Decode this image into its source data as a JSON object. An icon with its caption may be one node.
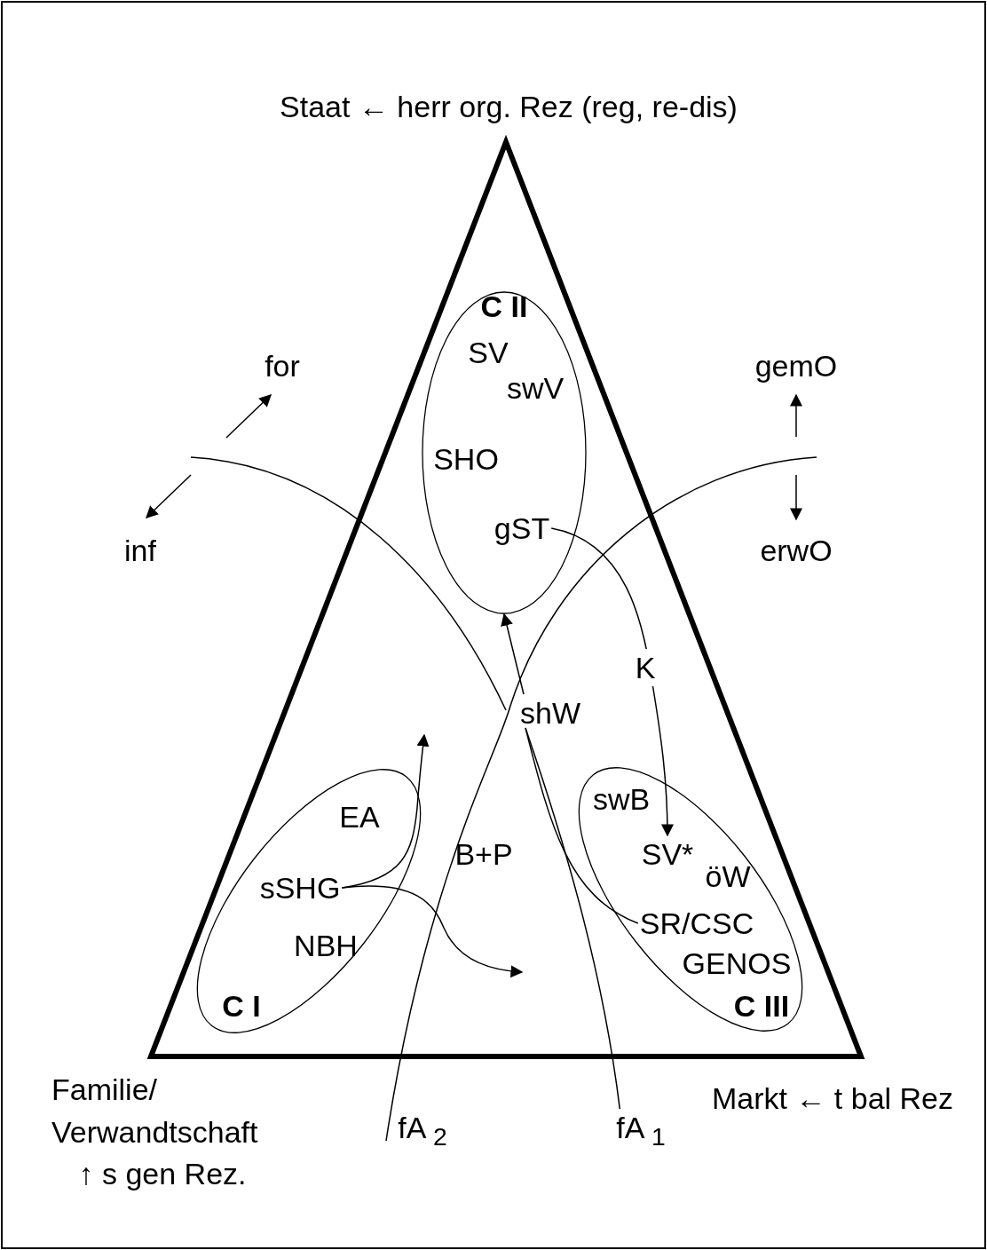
{
  "diagram": {
    "nodes": [
      {
        "text": [],
        "shape": "triangle"
      },
      {
        "text": [
          "C II"
        ],
        "in": 0
      },
      {
        "text": [
          "SV"
        ],
        "in": 1
      },
      {
        "text": [
          "swV"
        ],
        "in": 1
      },
      {
        "text": [
          "SHO"
        ],
        "in": 1
      },
      {
        "text": [
          "gST"
        ],
        "in": 1
      },
      {
        "text": [
          "shW"
        ],
        "in": 0
      },
      {
        "text": [
          "C I"
        ],
        "in": 0
      },
      {
        "text": [
          "EA"
        ],
        "in": 7
      },
      {
        "text": [
          "sSHG"
        ],
        "in": 7
      },
      {
        "text": [
          "NBH"
        ],
        "in": 7
      },
      {
        "text": [
          "C III"
        ],
        "in": 0
      },
      {
        "text": [
          "swB"
        ],
        "in": 11
      },
      {
        "text": [
          "SV*"
        ],
        "in": 11
      },
      {
        "text": [
          "öW"
        ],
        "in": 11
      },
      {
        "text": [
          "SR/CSC"
        ],
        "in": 11
      },
      {
        "text": [
          "GENOS"
        ],
        "in": 11
      },
      {
        "text": [
          "fA $_{1}$"
        ]
      }
    ],
    "edges": [
      {
        "from": 5,
        "to": 13,
        "arrow": "to",
        "label": "K"
      },
      {
        "from": 6,
        "to": 1,
        "arrow": "to"
      },
      {
        "from": 9,
        "to": null,
        "arrow": "to"
      },
      {
        "from": 9,
        "to": null,
        "arrow": "to"
      },
      {
        "from": 6,
        "to": 15,
        "arrow": "none"
      },
      {
        "from": 6,
        "to": 17,
        "arrow": "none"
      }
    ],
    "labels": [
      "Staat ← herr org. Rez (reg, re-dis)",
      "for",
      "gemO",
      "inf",
      "erwO",
      "B+P",
      "Familie/ Verwandtschaft",
      "Markt ← t bal Rez",
      "fA $_{2}$",
      "↑ s gen Rez."
    ]
  }
}
